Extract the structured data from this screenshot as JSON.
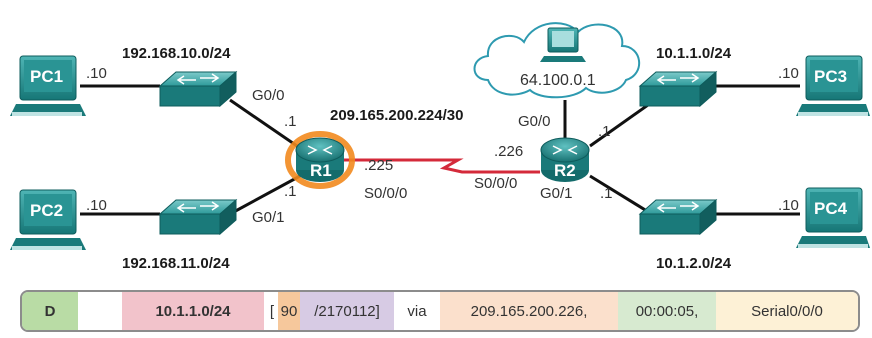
{
  "networks": {
    "lan_pc1": "192.168.10.0/24",
    "lan_pc2": "192.168.11.0/24",
    "wan": "209.165.200.224/30",
    "lan_pc3": "10.1.1.0/24",
    "lan_pc4": "10.1.2.0/24",
    "cloud": "64.100.0.1"
  },
  "devices": {
    "pc1": "PC1",
    "pc2": "PC2",
    "pc3": "PC3",
    "pc4": "PC4",
    "r1": "R1",
    "r2": "R2"
  },
  "labels": {
    "pc1_host": ".10",
    "pc2_host": ".10",
    "pc3_host": ".10",
    "pc4_host": ".10",
    "r1_g00": "G0/0",
    "r1_g00_ip": ".1",
    "r1_g01": "G0/1",
    "r1_g01_ip": ".1",
    "r1_s000_ip": ".225",
    "r1_s000": "S0/0/0",
    "r2_s000_ip": ".226",
    "r2_s000": "S0/0/0",
    "r2_g00": "G0/0",
    "r2_g00_ip": ".1",
    "r2_g01": "G0/1",
    "r2_g01_ip": ".1"
  },
  "route": {
    "code": "D",
    "network": "10.1.1.0/24",
    "bracket_open": "[",
    "ad": "90",
    "metric": "/2170112]",
    "via": "via",
    "next_hop": "209.165.200.226,",
    "age": "00:00:05,",
    "interface": "Serial0/0/0"
  },
  "colors": {
    "device_teal": "#1f8c8c",
    "serial_link": "#d42a3a",
    "r1_highlight": "#f28a1e",
    "code_green": "#b9dca5",
    "network_pink": "#f2c3cb",
    "ad_orange": "#f6c89c",
    "metric_purple": "#d7cbe4",
    "nexthop_peach": "#fbe0cc",
    "age_green": "#d7ead0",
    "iface_cream": "#fdf1d6"
  }
}
